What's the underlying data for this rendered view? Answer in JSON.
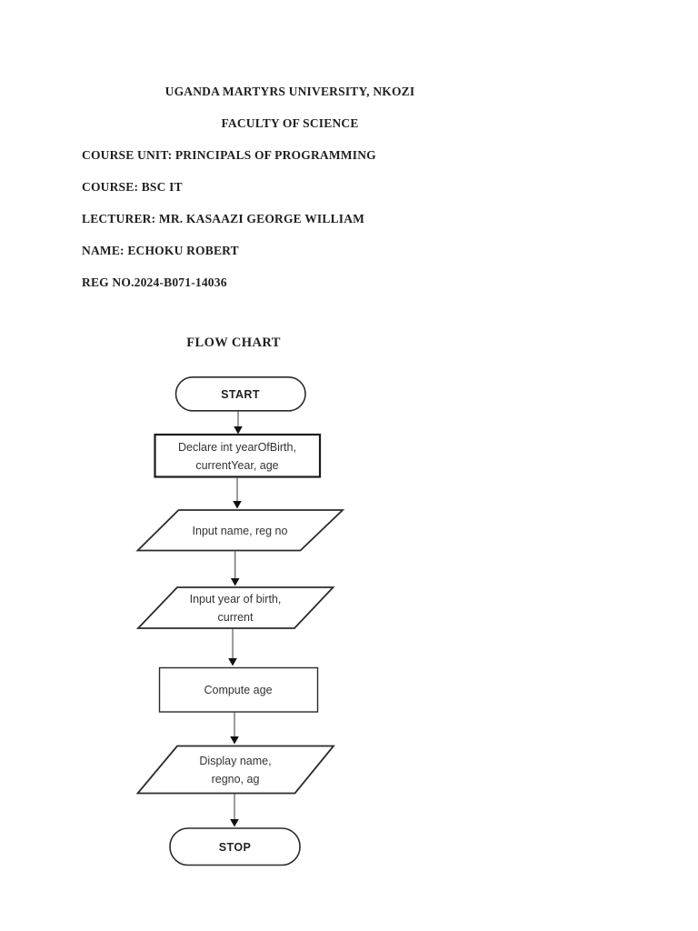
{
  "colors": {
    "page-bg": "#ffffff",
    "shape-fill": "#ffffff",
    "shape-stroke": "#2b2b2b",
    "bold-stroke": "#1a1a1a",
    "connector": "#5b5b5b",
    "arrowhead": "#111111",
    "header-text": "#1f1f1f",
    "node-text": "#333333"
  },
  "header": {
    "centered": [
      "UGANDA MARTYRS UNIVERSITY, NKOZI",
      "FACULTY OF SCIENCE"
    ],
    "details": [
      "COURSE UNIT: PRINCIPALS OF PROGRAMMING",
      "COURSE: BSC IT",
      "LECTURER: MR. KASAAZI GEORGE WILLIAM",
      "NAME: ECHOKU ROBERT",
      "REG NO.2024-B071-14036"
    ]
  },
  "flowchart": {
    "title": "FLOW CHART",
    "nodes": [
      {
        "id": "start",
        "shape": "terminator",
        "lines": [
          "START"
        ]
      },
      {
        "id": "declare",
        "shape": "process",
        "lines": [
          "Declare int yearOfBirth,",
          "currentYear, age"
        ]
      },
      {
        "id": "input-name",
        "shape": "input-output",
        "lines": [
          "Input name, reg no"
        ]
      },
      {
        "id": "input-year",
        "shape": "input-output",
        "lines": [
          "Input year of birth,",
          "current"
        ]
      },
      {
        "id": "compute-age",
        "shape": "process",
        "lines": [
          "Compute age"
        ]
      },
      {
        "id": "display",
        "shape": "input-output",
        "lines": [
          "Display name,",
          "regno, ag"
        ]
      },
      {
        "id": "stop",
        "shape": "terminator",
        "lines": [
          "STOP"
        ]
      }
    ]
  }
}
